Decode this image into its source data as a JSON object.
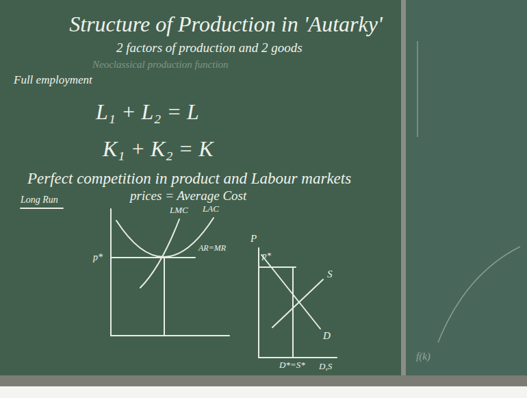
{
  "diagram": {
    "title": "Structure of Production in 'Autarky'",
    "labels": [
      "2 factors of production and 2 goods",
      "Neoclassical production function",
      "Full employment",
      "L₁ + L₂ = L",
      "K₁ + K₂ = K",
      "Perfect competition in product and Labour markets",
      "Long Run",
      "prices = Average Cost",
      "p*",
      "LMC",
      "LAC",
      "AR=MR",
      "P",
      "p*",
      "S",
      "D",
      "D*=S*",
      "D,S",
      "f(k)"
    ]
  }
}
